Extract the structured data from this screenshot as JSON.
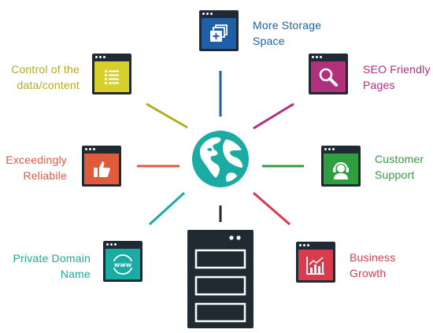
{
  "features": [
    {
      "id": "storage",
      "lines": [
        "More Storage",
        "Space"
      ],
      "color": "#1f5fa8",
      "icon": "add-folder-icon"
    },
    {
      "id": "seo",
      "lines": [
        "SEO Friendly",
        "Pages"
      ],
      "color": "#b0307c",
      "icon": "magnifier-icon"
    },
    {
      "id": "support",
      "lines": [
        "Customer",
        "Support"
      ],
      "color": "#2f9e3e",
      "icon": "support-agent-icon"
    },
    {
      "id": "growth",
      "lines": [
        "Business",
        "Growth"
      ],
      "color": "#d83a4e",
      "icon": "bar-chart-growth-icon"
    },
    {
      "id": "domain",
      "lines": [
        "Private Domain",
        "Name"
      ],
      "color": "#1aaba3",
      "icon": "www-globe-icon"
    },
    {
      "id": "reliable",
      "lines": [
        "Exceedingly",
        "Reliabile"
      ],
      "color": "#e05a3c",
      "icon": "thumbs-up-icon"
    },
    {
      "id": "control",
      "lines": [
        "Control of the",
        "data/content"
      ],
      "color": "#b5ab22",
      "icon": "list-icon"
    }
  ],
  "center": {
    "icon": "globe-icon",
    "globe_ocean": "#1aaba3",
    "globe_land": "#ffffff"
  },
  "hub": {
    "icon": "server-rack-icon",
    "color": "#1f2a33"
  },
  "window_frame_color": "#1f2a33"
}
